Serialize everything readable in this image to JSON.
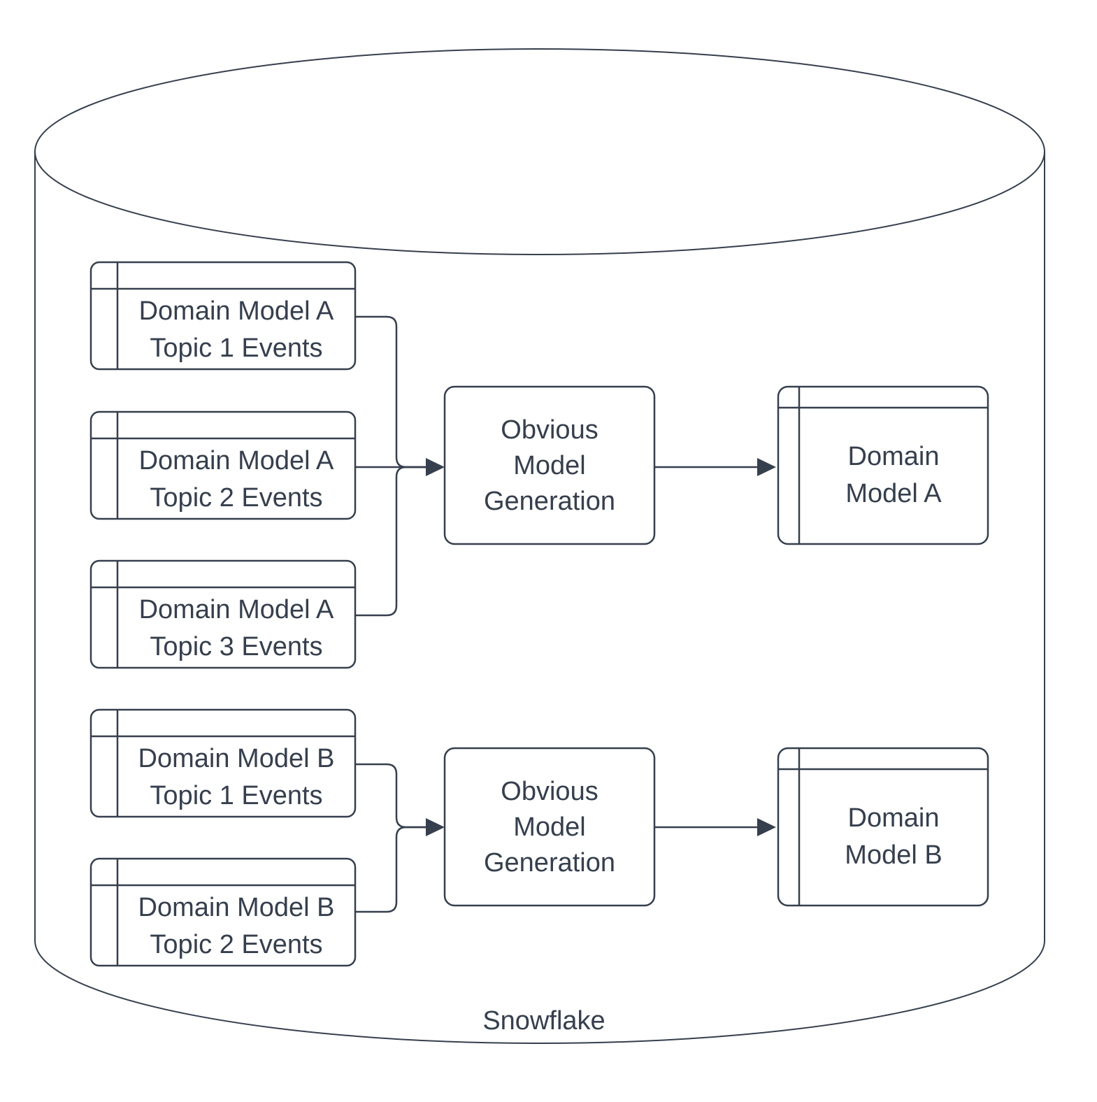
{
  "diagram": {
    "container": {
      "label": "Snowflake",
      "shape": "database-cylinder"
    },
    "colors": {
      "stroke": "#363f4d",
      "text": "#363f4d",
      "background": "#ffffff"
    },
    "event_tables": [
      {
        "line1": "Domain Model A",
        "line2": "Topic 1 Events"
      },
      {
        "line1": "Domain Model A",
        "line2": "Topic 2 Events"
      },
      {
        "line1": "Domain Model A",
        "line2": "Topic 3 Events"
      },
      {
        "line1": "Domain Model B",
        "line2": "Topic 1 Events"
      },
      {
        "line1": "Domain Model B",
        "line2": "Topic 2 Events"
      }
    ],
    "process_boxes": [
      {
        "line1": "Obvious",
        "line2": "Model",
        "line3": "Generation"
      },
      {
        "line1": "Obvious",
        "line2": "Model",
        "line3": "Generation"
      }
    ],
    "model_tables": [
      {
        "line1": "Domain",
        "line2": "Model A"
      },
      {
        "line1": "Domain",
        "line2": "Model B"
      }
    ]
  }
}
